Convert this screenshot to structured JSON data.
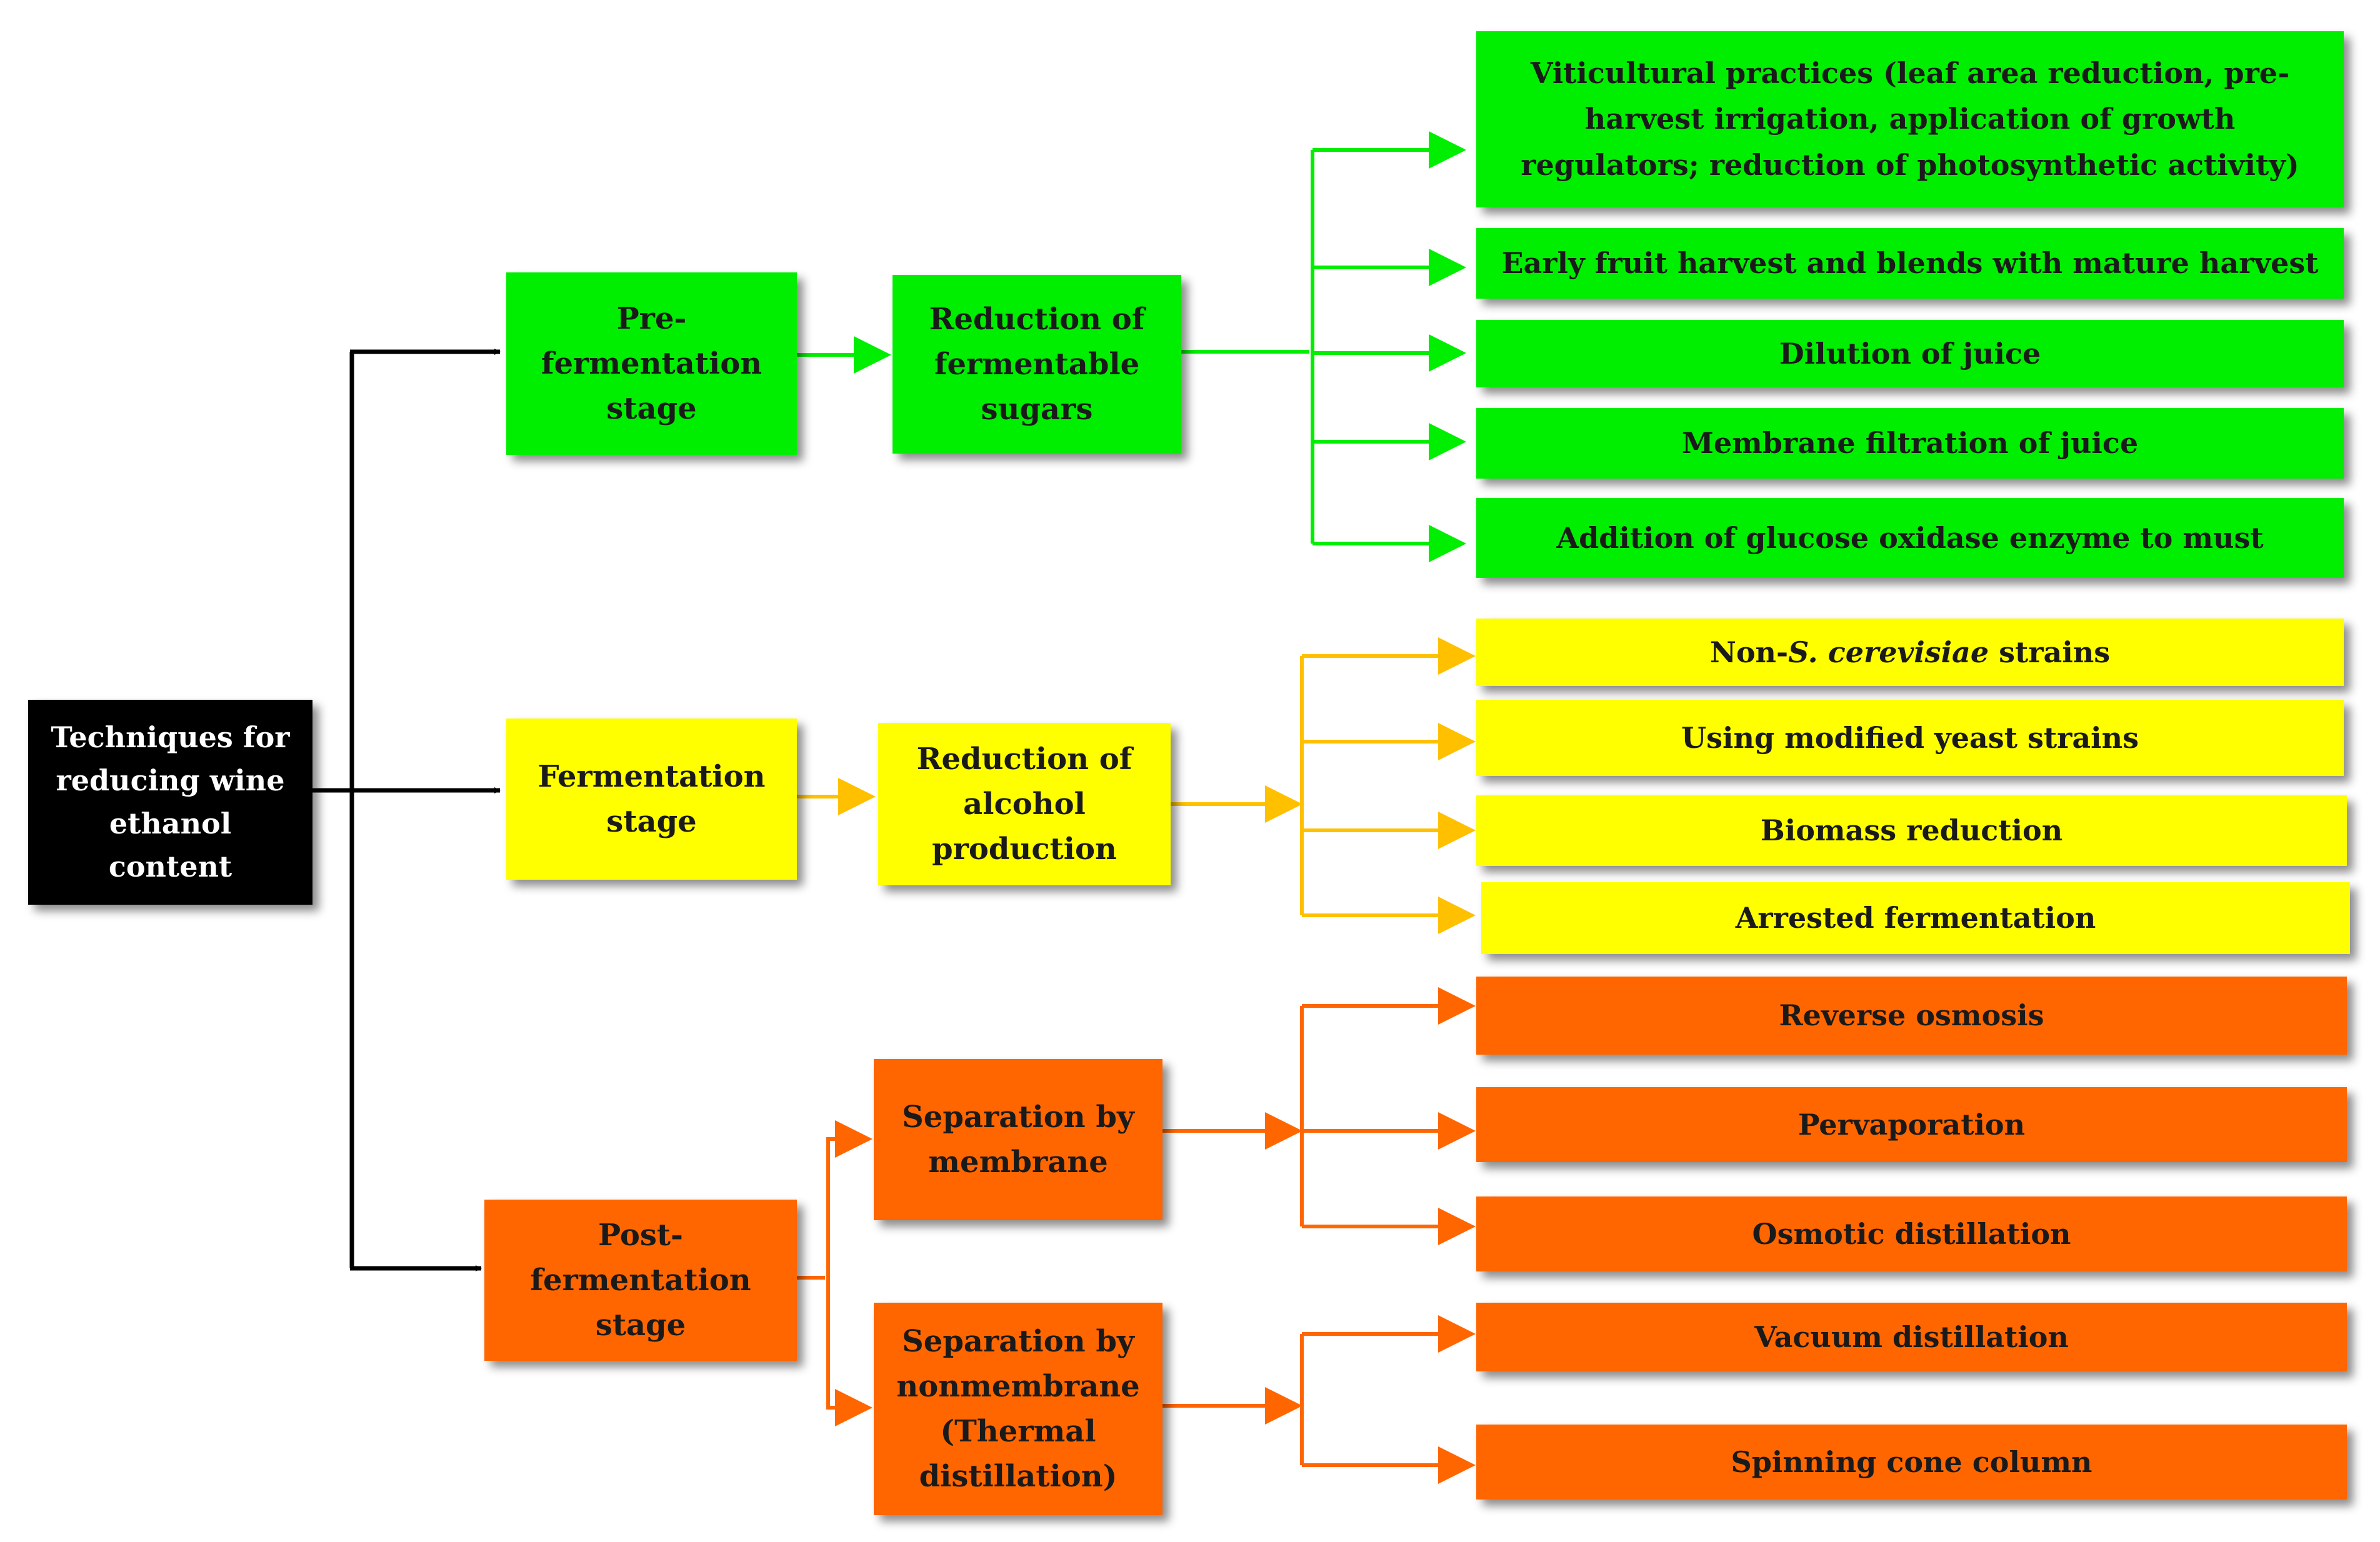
{
  "colors": {
    "root_bg": "#000000",
    "pre_fermentation": "#00ee00",
    "fermentation": "#ffff00",
    "post_fermentation": "#ff6600",
    "pre_arrow": "#00ee00",
    "fermentation_arrow": "#ffc000",
    "post_arrow": "#ff6600",
    "root_arrow": "#000000"
  },
  "root": {
    "label": "Techniques for reducing wine ethanol content"
  },
  "branches": {
    "pre": {
      "stage": "Pre-fermentation stage",
      "method": "Reduction of fermentable sugars",
      "techniques": [
        "Viticultural practices (leaf area reduction, pre-harvest irrigation, application of growth regulators; reduction of photosynthetic activity)",
        "Early fruit harvest and blends with mature harvest",
        "Dilution of juice",
        "Membrane filtration of juice",
        "Addition of glucose oxidase enzyme to must"
      ]
    },
    "fermentation": {
      "stage": "Fermentation stage",
      "method": "Reduction of alcohol production",
      "technique_nonsc_prefix": "Non-",
      "technique_nonsc_italic": "S. cerevisiae",
      "technique_nonsc_suffix": " strains",
      "techniques": [
        "Using modified yeast strains",
        "Biomass reduction",
        "Arrested fermentation"
      ]
    },
    "post": {
      "stage": "Post-fermentation stage",
      "membrane": {
        "method": "Separation by membrane",
        "techniques": [
          "Reverse osmosis",
          "Pervaporation",
          "Osmotic distillation"
        ]
      },
      "nonmembrane": {
        "method": "Separation by nonmembrane (Thermal distillation)",
        "techniques": [
          "Vacuum distillation",
          "Spinning cone column"
        ]
      }
    }
  }
}
